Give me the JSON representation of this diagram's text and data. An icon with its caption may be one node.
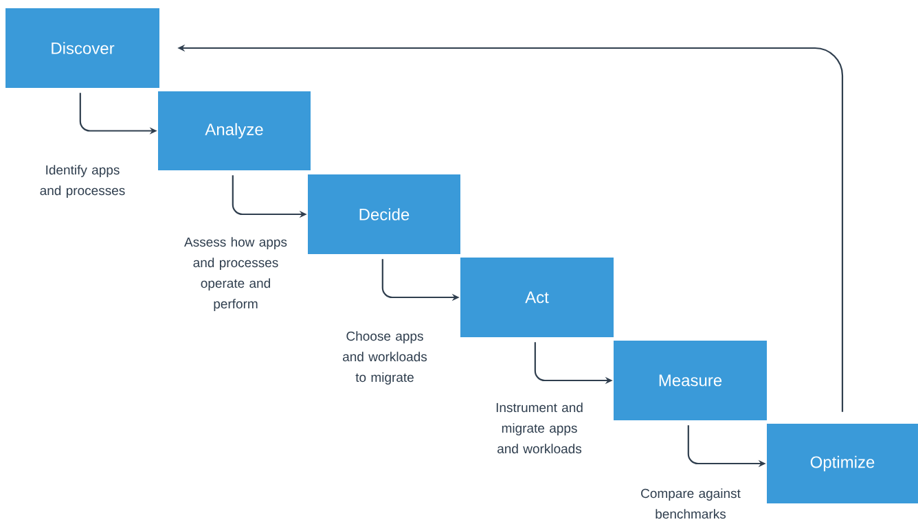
{
  "diagram": {
    "nodes": [
      {
        "text": [
          "Discover"
        ]
      },
      {
        "text": [
          "Analyze"
        ]
      },
      {
        "text": [
          "Decide"
        ]
      },
      {
        "text": [
          "Act"
        ]
      },
      {
        "text": [
          "Measure"
        ]
      },
      {
        "text": [
          "Optimize"
        ]
      }
    ],
    "edges": [
      {
        "from": 0,
        "to": 1,
        "arrow": "to"
      },
      {
        "from": 1,
        "to": 2,
        "arrow": "to"
      },
      {
        "from": 2,
        "to": 3,
        "arrow": "to"
      },
      {
        "from": 3,
        "to": 4,
        "arrow": "to"
      },
      {
        "from": 4,
        "to": 5,
        "arrow": "to"
      },
      {
        "from": 5,
        "to": 0,
        "arrow": "to"
      }
    ],
    "labels": [
      "Identify apps and processes",
      "Assess how apps and processes operate and perform",
      "Choose apps and workloads to migrate",
      "Instrument and migrate apps and workloads",
      "Compare against benchmarks"
    ]
  }
}
